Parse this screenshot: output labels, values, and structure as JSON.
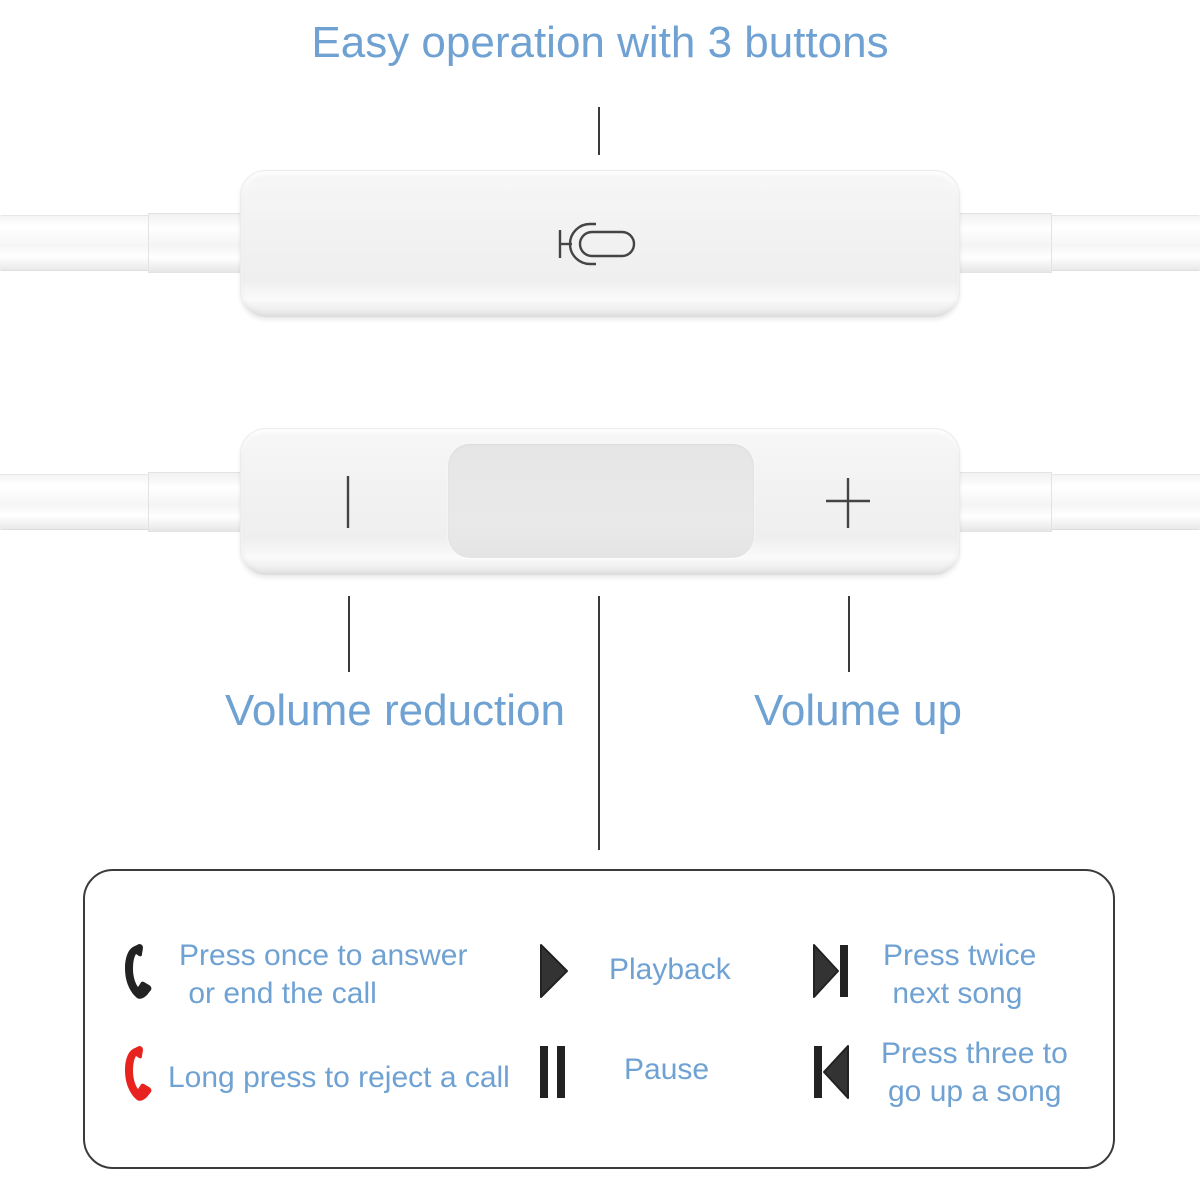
{
  "header": {
    "title": "Easy operation with 3 buttons"
  },
  "remote_top": {
    "icon": "microphone-icon",
    "description": "Inline remote with microphone"
  },
  "remote_bottom": {
    "minus_icon": "minus-icon",
    "plus_icon": "plus-icon",
    "center_button": "multifunction-button"
  },
  "labels": {
    "volume_down": "Volume reduction",
    "volume_up": "Volume up"
  },
  "instructions": [
    {
      "icon": "phone-icon",
      "icon_color": "#222222",
      "line1": "Press once to answer",
      "line2": " or end the call"
    },
    {
      "icon": "phone-icon",
      "icon_color": "#e8231f",
      "line1": "Long press to reject a call"
    },
    {
      "icon": "play-icon",
      "line1": "Playback"
    },
    {
      "icon": "pause-icon",
      "line1": "Pause"
    },
    {
      "icon": "next-track-icon",
      "line1": "Press twice",
      "line2": " next song"
    },
    {
      "icon": "previous-track-icon",
      "line1": "Press three to",
      "line2": "go up a song"
    }
  ],
  "colors": {
    "text_accent": "#6fa2d3",
    "line": "#3a3a3a",
    "reject_red": "#e8231f"
  }
}
